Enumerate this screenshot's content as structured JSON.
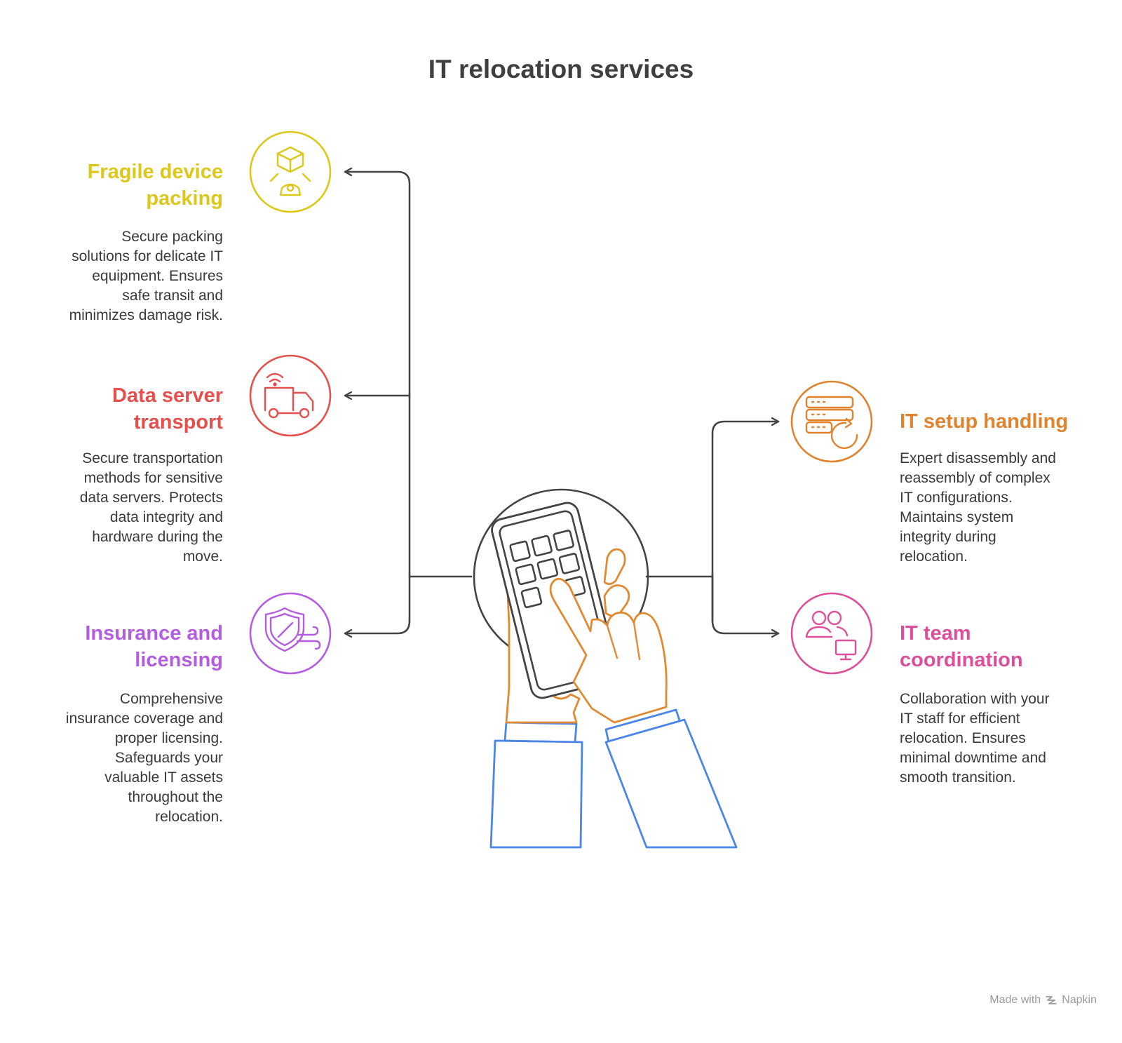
{
  "title": "IT relocation services",
  "items": [
    {
      "title_lines": [
        "Fragile device",
        "packing"
      ],
      "description": [
        "Secure packing",
        "solutions for delicate IT",
        "equipment. Ensures",
        "safe transit and",
        "minimizes damage risk."
      ],
      "color": "#dcc81a",
      "icon": "package-scanner-icon"
    },
    {
      "title_lines": [
        "Data server",
        "transport"
      ],
      "description": [
        "Secure transportation",
        "methods for sensitive",
        "data servers. Protects",
        "data integrity and",
        "hardware during the",
        "move."
      ],
      "color": "#e4504e",
      "icon": "delivery-truck-icon"
    },
    {
      "title_lines": [
        "Insurance and",
        "licensing"
      ],
      "description": [
        "Comprehensive",
        "insurance coverage and",
        "proper licensing.",
        "Safeguards your",
        "valuable IT assets",
        "throughout the",
        "relocation."
      ],
      "color": "#b45de0",
      "icon": "shield-icon"
    },
    {
      "title_lines": [
        "IT setup handling"
      ],
      "description": [
        "Expert disassembly and",
        "reassembly of complex",
        "IT configurations.",
        "Maintains system",
        "integrity during",
        "relocation."
      ],
      "color": "#e0832e",
      "icon": "server-refresh-icon"
    },
    {
      "title_lines": [
        "IT team",
        "coordination"
      ],
      "description": [
        "Collaboration with your",
        "IT staff for efficient",
        "relocation. Ensures",
        "minimal downtime and",
        "smooth transition."
      ],
      "color": "#de4f9b",
      "icon": "team-monitor-icon"
    }
  ],
  "colors": {
    "connector": "#444444",
    "sleeve": "#4a86e8",
    "hand": "#e08a33",
    "device": "#444444"
  },
  "credit": {
    "made_with": "Made with",
    "brand": "Napkin"
  }
}
